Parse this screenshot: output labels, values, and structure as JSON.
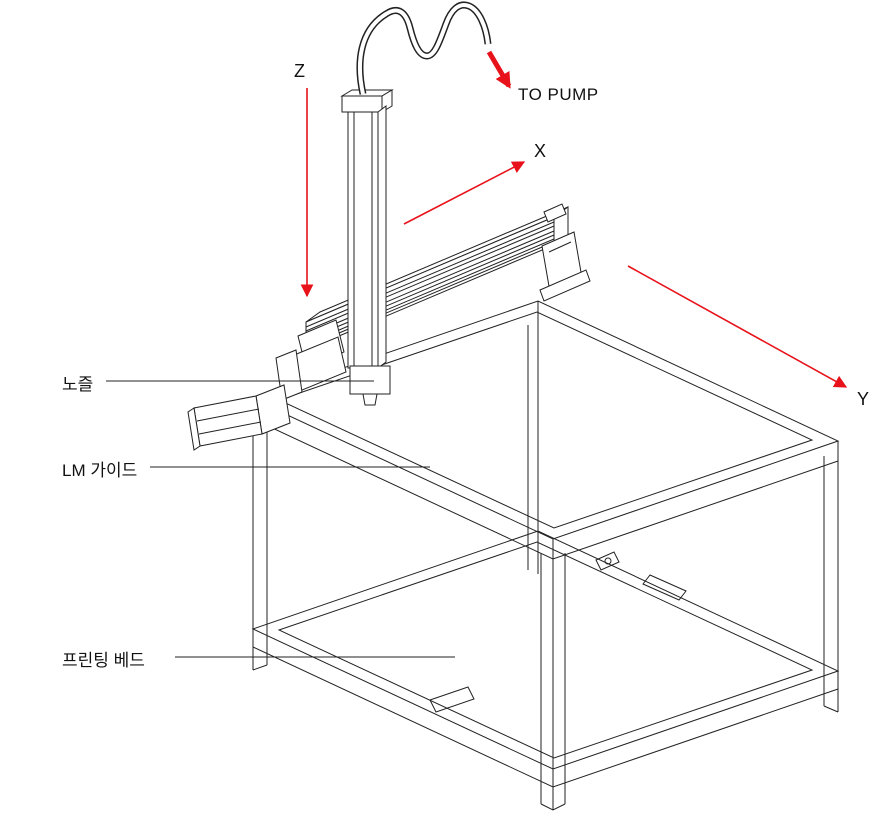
{
  "labels": {
    "z_axis": "Z",
    "x_axis": "X",
    "y_axis": "Y",
    "to_pump": "TO PUMP",
    "nozzle": "노즐",
    "lm_guide": "LM 가이드",
    "printing_bed": "프린팅 베드"
  },
  "colors": {
    "background": "#ffffff",
    "line": "#222222",
    "arrow_red": "#e8121a",
    "text": "#111111"
  }
}
